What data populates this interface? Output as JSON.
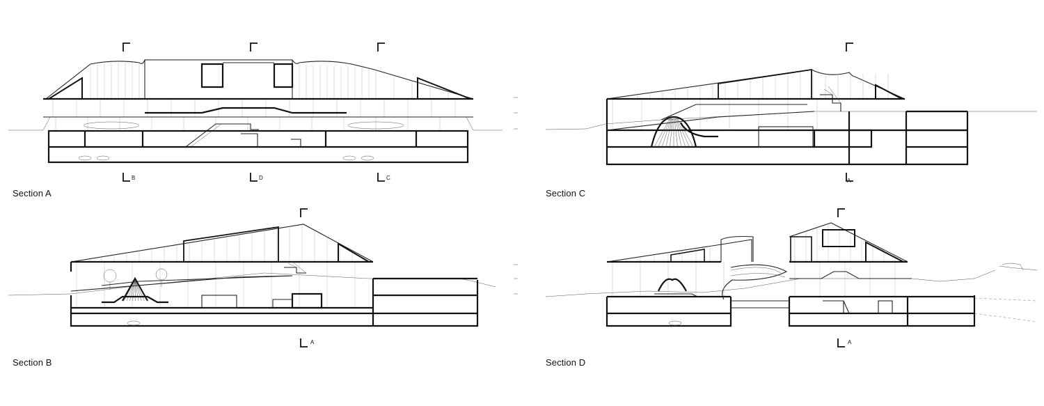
{
  "sections": {
    "a": {
      "title": "Section A",
      "markers": [
        "B",
        "D",
        "C"
      ]
    },
    "c": {
      "title": "Section C",
      "markers": [
        "A"
      ]
    },
    "b": {
      "title": "Section B",
      "markers": [
        "A"
      ]
    },
    "d": {
      "title": "Section D",
      "markers": [
        "A"
      ]
    }
  }
}
